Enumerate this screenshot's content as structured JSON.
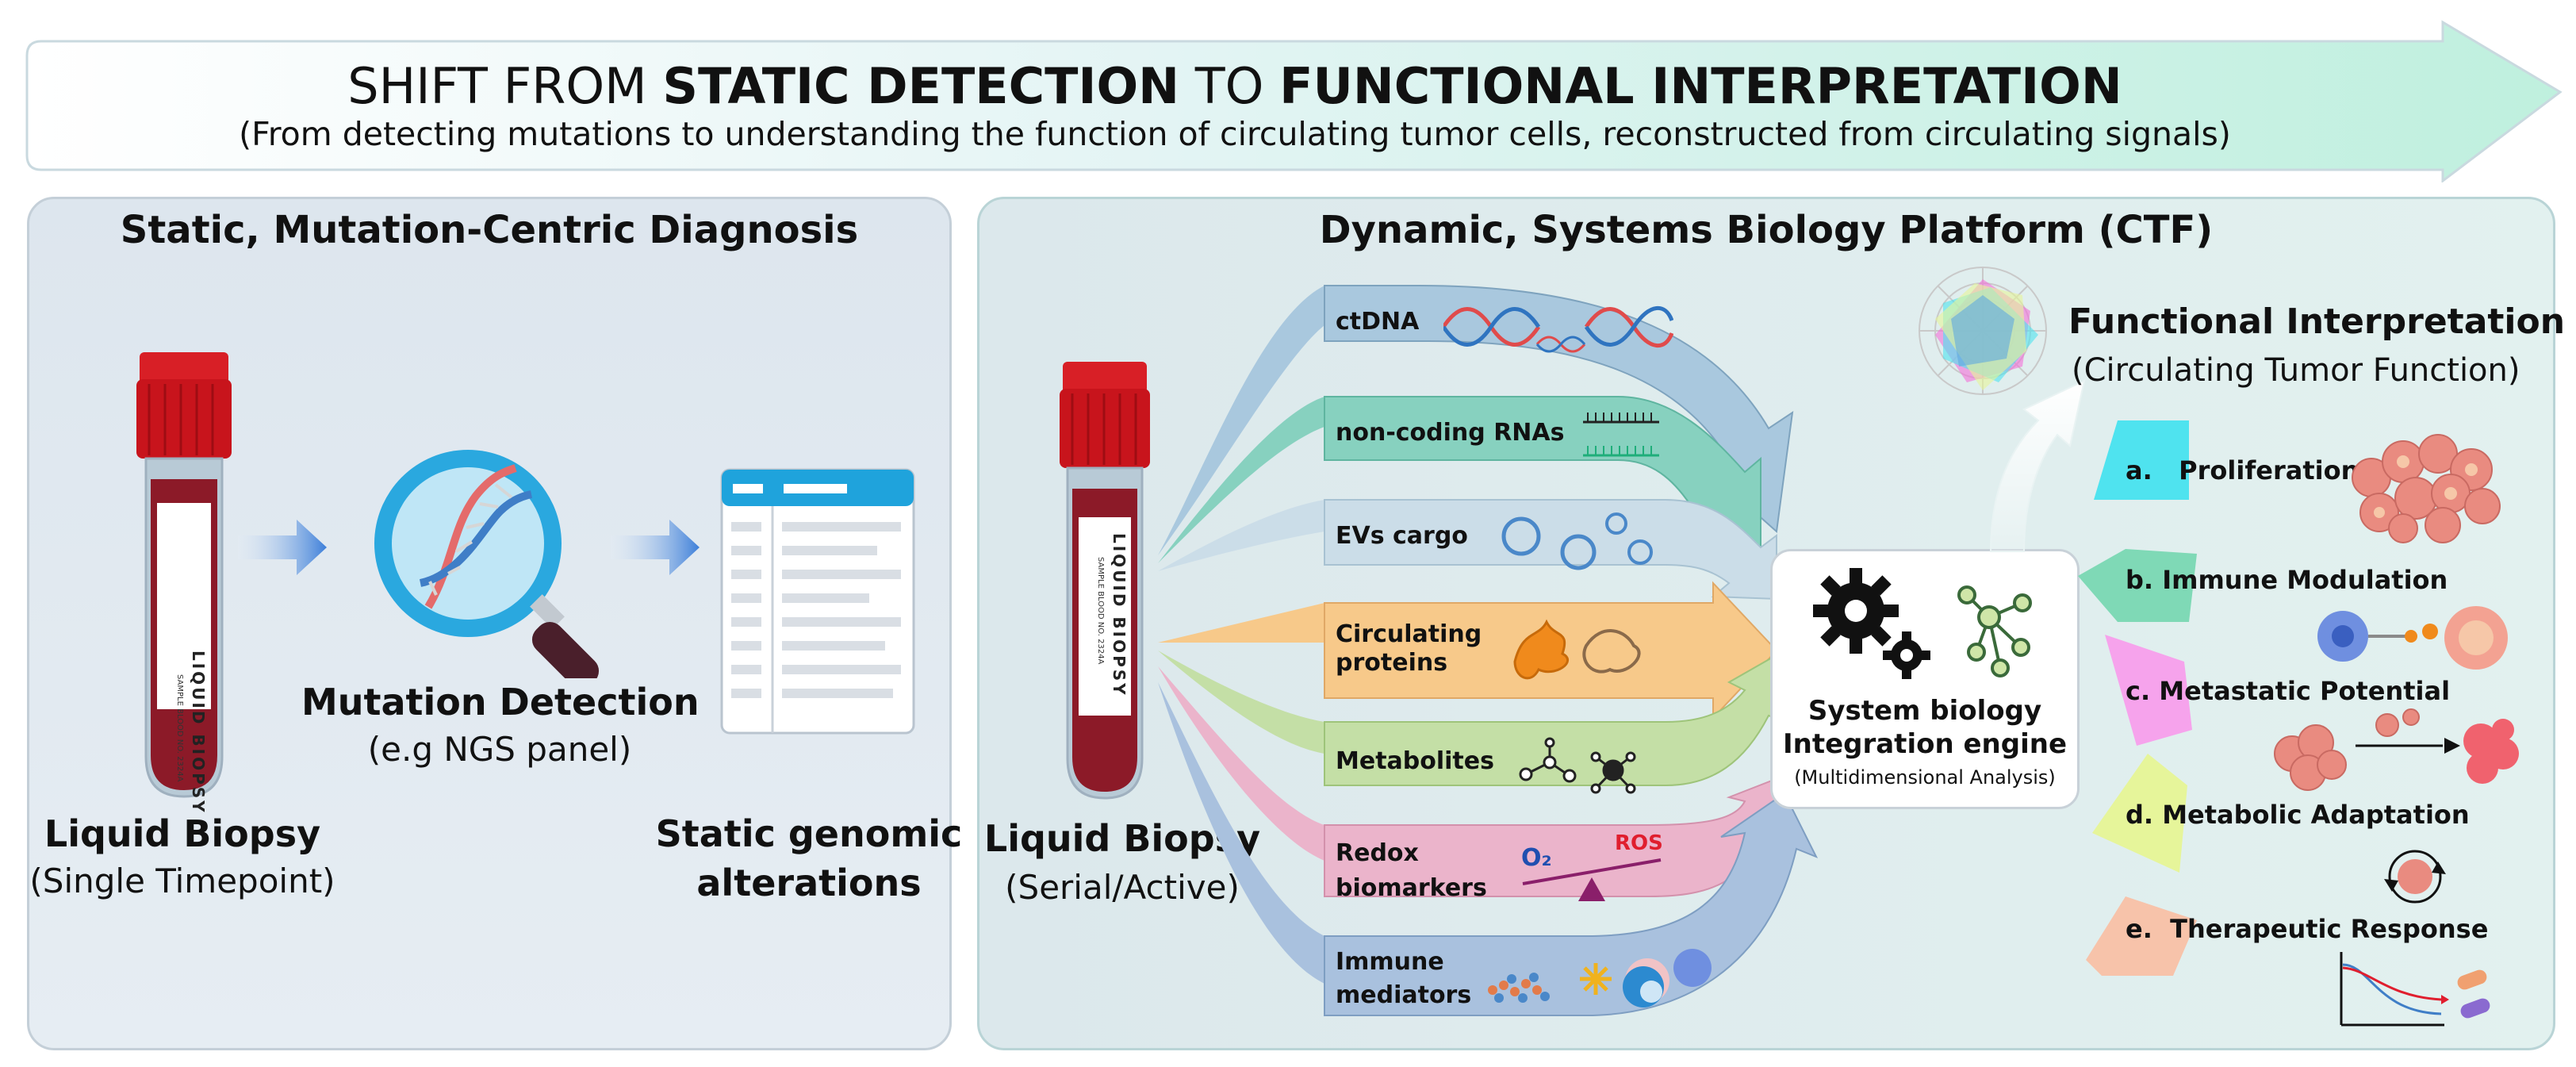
{
  "banner": {
    "title_prefix": "SHIFT FROM ",
    "title_bold1": "STATIC DETECTION",
    "title_mid": " TO ",
    "title_bold2": "FUNCTIONAL INTERPRETATION",
    "subtitle": "(From detecting mutations to understanding the function of circulating tumor cells, reconstructed from circulating signals)"
  },
  "left_panel": {
    "title": "Static, Mutation-Centric Diagnosis",
    "tube_label": "LIQUID BIOPSY",
    "tube_sublabel": "SAMPLE BLOOD NO. 2324A",
    "biopsy_title": "Liquid Biopsy",
    "biopsy_sub": "(Single Timepoint)",
    "mutation_title": "Mutation Detection",
    "mutation_sub": "(e.g NGS panel)",
    "static_line1": "Static genomic",
    "static_line2": "alterations"
  },
  "right_panel": {
    "title": "Dynamic, Systems Biology Platform (CTF)",
    "tube_label": "LIQUID BIOPSY",
    "tube_sublabel": "SAMPLE BLOOD NO. 2324A",
    "biopsy_title": "Liquid Biopsy",
    "biopsy_sub": "(Serial/Active)",
    "analytes": [
      {
        "line1": "ctDNA",
        "line2": "",
        "color": "#a9c8de"
      },
      {
        "line1": "non-coding RNAs",
        "line2": "",
        "color": "#87d1bf"
      },
      {
        "line1": "EVs cargo",
        "line2": "",
        "color": "#cbdde8"
      },
      {
        "line1": "Circulating",
        "line2": "proteins",
        "color": "#f7c98a"
      },
      {
        "line1": "Metabolites",
        "line2": "",
        "color": "#c4dfa6"
      },
      {
        "line1": "Redox",
        "line2": "biomarkers",
        "color": "#ebb4cb"
      },
      {
        "line1": "Immune",
        "line2": "mediators",
        "color": "#a9c1de"
      }
    ],
    "redox_o2": "O₂",
    "redox_ros": "ROS",
    "engine_line1": "System biology",
    "engine_line2": "Integration engine",
    "engine_sub": "(Multidimensional Analysis)",
    "func_title": "Functional Interpretation",
    "func_sub": "(Circulating Tumor Function)",
    "functions": [
      {
        "letter": "a.",
        "label": "Proliferation",
        "color": "#4fe3ef"
      },
      {
        "letter": "b.",
        "label": "Immune Modulation",
        "color": "#7fd9b6"
      },
      {
        "letter": "c.",
        "label": "Metastatic Potential",
        "color": "#f6a3ec"
      },
      {
        "letter": "d.",
        "label": "Metabolic Adaptation",
        "color": "#e6f59a"
      },
      {
        "letter": "e.",
        "label": "Therapeutic Response",
        "color": "#f7c3aa"
      }
    ]
  }
}
